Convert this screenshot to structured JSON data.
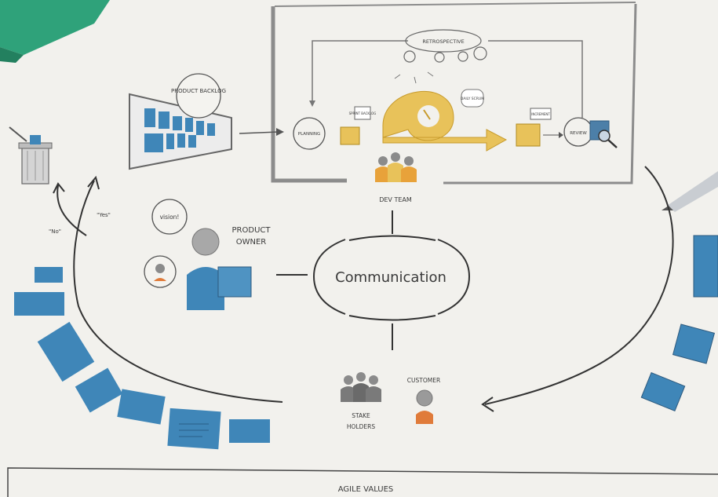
{
  "labels": {
    "product_backlog": "PRODUCT BACKLOG",
    "retrospective": "RETROSPECTIVE",
    "sprint_backlog": "SPRINT BACKLOG",
    "daily_scrum": "DAILY SCRUM",
    "planning": "PLANNING",
    "review": "REVIEW",
    "increment": "INCREMENT",
    "dev_team": "DEV TEAM",
    "vision": "vision!",
    "product_owner_1": "PRODUCT",
    "product_owner_2": "OWNER",
    "communication": "Communication",
    "stakeholders_1": "STAKE",
    "stakeholders_2": "HOLDERS",
    "customer": "CUSTOMER",
    "no": "\"No\"",
    "yes": "\"Yes\"",
    "agile_values": "AGILE VALUES"
  },
  "colors": {
    "paper": "#f4f3ef",
    "ink": "#3a3a3a",
    "blue": "#3f86b8",
    "yellow": "#e8c25a",
    "grey": "#9a9a9a",
    "sticky_green": "#2fa27a",
    "orange": "#e07b3a"
  }
}
